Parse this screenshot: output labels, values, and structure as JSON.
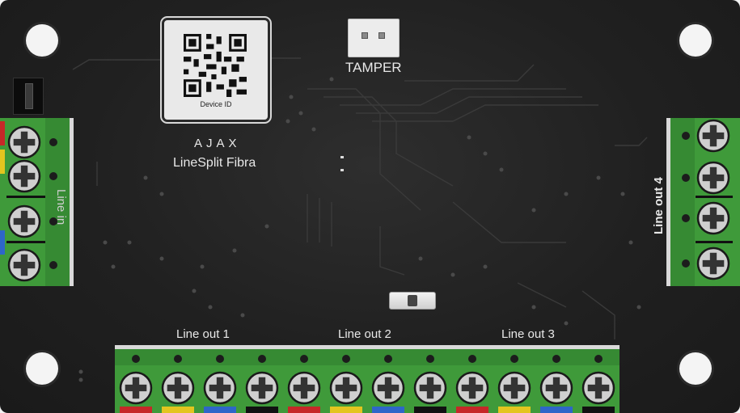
{
  "board": {
    "qr_caption": "Device ID",
    "tamper_label": "TAMPER",
    "brand": "AJAX",
    "product": "LineSplit Fibra",
    "line_in_label": "Line in",
    "line_out_4_label": "Line out 4",
    "line_outs": [
      "Line out 1",
      "Line out 2",
      "Line out 3"
    ]
  },
  "colors": {
    "pcb": "#202020",
    "terminal_green": "#3f9a3a",
    "screw": "#cfcfcf"
  }
}
